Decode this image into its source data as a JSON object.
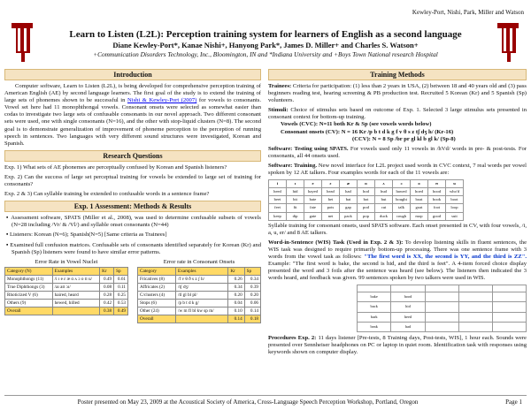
{
  "header": {
    "running_head": "Kewley-Port, Nishi, Park, Miller and Watson"
  },
  "title": "Learn to Listen (L2L): Perception training system for learners of English as a second language",
  "authors": "Diane Kewley-Port*, Kanae Nishi+, Hanyong Park*, James D. Miller+ and Charles S. Watson+",
  "affiliation": "+Communication Disorders Technology, Inc., Bloomington, IN and *Indiana University and +Boys Town National research Hospital",
  "intro": {
    "heading": "Introduction",
    "p1": "Computer software, Learn to Listen (L2L), is being developed for comprehensive perception training of American English (AE) by second language learners. The first goal of the study is to extend the training of large sets of phonemes shown to be successful in",
    "link": "Nishi & Kewley-Port (2007)",
    "p1b": "for vowels to consonants. Vowel set here had 11 monophthongal vowels. Consonant onsets were selected as somewhat easier than codas to investigate two large sets of confusable consonants in our novel approach. Two different consonant sets were used, one with single consonants (N=16), and the other with stop-liquid clusters (N=8). The second goal is to demonstrate generalization of improvement of phoneme perception to the perception of running speech in sentences. Two languages with very different sound structures were investigated, Korean and Spanish."
  },
  "rq": {
    "heading": "Research Questions",
    "q1": "Exp. 1) What sets of AE phonemes are perceptually confused by Korean and Spanish listeners?",
    "q2": "Exp. 2) Can the success of large set perceptual training for vowels be extended to large set of training for consonants?",
    "q3": "Exp. 2 & 3) Can syllable training be extended to confusable words in a sentence frame?"
  },
  "exp1": {
    "heading": "Exp. 1 Assessment: Methods & Results",
    "b1": "Assessment software, SPATS (Miller et al., 2008), was used to determine confusable subsets of vowels (N=28 including /Vr/ & /Vl/) and syllable onset consonants (N=44)",
    "b2": "Listeners: Korean (N=6); Spanish(N=5) [Same criteria as Trainees]",
    "b3": "Examined full confusion matrices. Confusable sets of consonants identified separately for Korean (Kr) and Spanish (Sp) listeners were found to have similar error patterns."
  },
  "vowel_table": {
    "title": "Error Rate in Vowel Nuclei",
    "headers": [
      "Category (N)",
      "Examples",
      "Kr",
      "Sp"
    ],
    "rows": [
      [
        "Monophthongs (11)",
        "/i ɪ e ɛ æ ɑ ʌ ɔ o ʊ u/",
        "0.49",
        "0.61"
      ],
      [
        "True Diphthongs (3)",
        "/aɪ aʊ ɔɪ/",
        "0.08",
        "0.11"
      ],
      [
        "Rhoticized V (6)",
        "haired, heard",
        "0.28",
        "0.25"
      ],
      [
        "Others (9)",
        "hewed, hilled",
        "0.42",
        "0.53"
      ],
      [
        "Overall",
        "",
        "0.38",
        "0.49"
      ]
    ]
  },
  "cons_table": {
    "title": "Error rate in Consonant Onsets",
    "headers": [
      "Category",
      "Examples",
      "Kr",
      "Sp"
    ],
    "rows": [
      [
        "Fricatives (8)",
        "/f v θ ð s z ʃ h/",
        "0.26",
        "0.34"
      ],
      [
        "Affricates (2)",
        "/tʃ dʒ/",
        "0.34",
        "0.39"
      ],
      [
        "C/clusters (4)",
        "/tl gl bl pl/",
        "0.20",
        "0.20"
      ],
      [
        "Stops (6)",
        "/p b t d k g/",
        "0.04",
        "0.06"
      ],
      [
        "Other (24)",
        "/w m fl bl kw sp m/",
        "0.10",
        "0.14"
      ],
      [
        "Overall",
        "",
        "0.14",
        "0.18"
      ]
    ]
  },
  "training": {
    "heading": "Training Methods",
    "trainees_label": "Trainees:",
    "trainees": "Criteria for participation: (1) less than 2 years in USA, (2) between 18 and 40 years old and (3) pass beginners reading test, hearing screening & PB production test. Recruited 5 Korean (Kr) and 5 Spanish (Sp) volunteers.",
    "stimuli_label": "Stimuli:",
    "stimuli": "Choice of stimulus sets based on outcome of Exp. 1. Selected 3 large stimulus sets presented in consonant context for bottom-up training.",
    "vowels": "Vowels (CVC): N=11 both Kr & Sp (see vowels words below)",
    "cons1": "Consonant onsets (CV): N = 16 Kr /p b t d k g f v θ s z tʃ dʒ h/ (Kr-16)",
    "cons2": "(CCV): N = 8 Sp /br pr gl kl b gl k/ (Sp-8)",
    "sw_label": "Software: Testing using SPATS.",
    "sw": "For vowels used only 11 vowels in /hVd/ words in pre- & post-tests. For consonants, all 44 onsets used.",
    "sw2_label": "Software: Training.",
    "sw2": "New novel interface for L2L project used words in CVC context, 7 real words per vowel spoken by 12 AE talkers. Four examples words for each of the 11 vowels are:",
    "vowel_words": [
      [
        "i",
        "ɪ",
        "e",
        "ɛ",
        "æ",
        "ɑ",
        "ʌ",
        "ɔ",
        "o",
        "ʊ",
        "u"
      ],
      [
        "heed",
        "hid",
        "hayed",
        "head",
        "had",
        "hod",
        "hud",
        "hawed",
        "hoed",
        "hood",
        "who'd"
      ],
      [
        "beet",
        "bit",
        "bate",
        "bet",
        "bat",
        "bot",
        "but",
        "bought",
        "boat",
        "book",
        "boot"
      ],
      [
        "feet",
        "fit",
        "fate",
        "pots",
        "gap",
        "pod",
        "cut",
        "talk",
        "goat",
        "foot",
        "loop"
      ],
      [
        "keep",
        "dip",
        "gate",
        "net",
        "pack",
        "pop",
        "duck",
        "cough",
        "mop",
        "good",
        "suit"
      ]
    ],
    "sw3": "Syllable training for consonant onsets, used SPATS software. Each onset presented in CV, with four vowels, /i, a, u, er/ and 8 AE talkers.",
    "wis_label": "Word-in-Sentence (WIS) Task (Used in Exp. 2 & 3):",
    "wis": "To develop listening skills in fluent sentences, the WIS task was designed to require primarily bottom-up processing. There was one sentence frame with 3 words from the vowel task as follows:",
    "wis_quote": "\"The first word is XX, the second is YY, and the third is ZZ\".",
    "wis_ex": "Example: \"The first word is bake, the second is hid, and the third is feet\". A 4-item forced choice display presented the word and 3 foils after the sentence was heard (see below). The listeners then indicated the 3 words heard, and feedback was given. 99 sentences spoken by two talkers were used in WIS.",
    "wis_grid": [
      [
        "",
        "",
        "",
        "",
        ""
      ],
      [
        "bake",
        "hood",
        "",
        "",
        ""
      ],
      [
        "back",
        "hid",
        "",
        "",
        ""
      ],
      [
        "bark",
        "heed",
        "",
        "",
        ""
      ],
      [
        "beak",
        "had",
        "",
        "",
        ""
      ]
    ],
    "proc_label": "Procedures Exp. 2:",
    "proc": "11 days listener [Pre-tests, 8 Training days, Post-tests, WIS], 1 hour each. Sounds were presented over Sennheiser headphones on PC or laptop in quiet room. Identification task with responses using keywords shown on computer display."
  },
  "footer": {
    "text": "Poster presented on May 23, 2009 at the Acoustical Society of America, Cross-Language Speech Perception Workshop, Portland, Oregon",
    "page": "Page 1"
  }
}
